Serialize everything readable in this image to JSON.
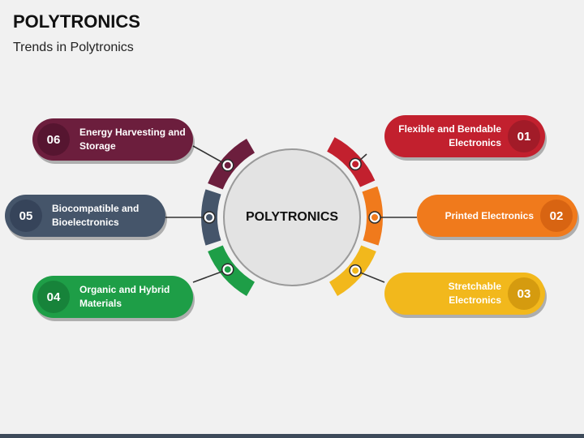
{
  "header": {
    "title": "POLYTRONICS",
    "subtitle": "Trends in Polytronics"
  },
  "center": {
    "label": "POLYTRONICS"
  },
  "colors": {
    "dark_red": "#c2202e",
    "orange": "#f07a1c",
    "yellow": "#f2b81c",
    "green": "#1e9e47",
    "slate": "#45556a",
    "plum": "#6c1e3d",
    "center_fill": "#e3e3e3",
    "center_stroke": "#9a9a9a"
  },
  "items": [
    {
      "number": "01",
      "label": "Flexible and Bendable Electronics",
      "color": "#c2202e",
      "num_color": "#a21b28"
    },
    {
      "number": "02",
      "label": "Printed Electronics",
      "color": "#f07a1c",
      "num_color": "#d86412"
    },
    {
      "number": "03",
      "label": "Stretchable Electronics",
      "color": "#f2b81c",
      "num_color": "#d59b0f"
    },
    {
      "number": "04",
      "label": "Organic and Hybrid Materials",
      "color": "#1e9e47",
      "num_color": "#17833a"
    },
    {
      "number": "05",
      "label": "Biocompatible and Bioelectronics",
      "color": "#45556a",
      "num_color": "#36445a"
    },
    {
      "number": "06",
      "label": "Energy Harvesting and Storage",
      "color": "#6c1e3d",
      "num_color": "#561530"
    }
  ]
}
